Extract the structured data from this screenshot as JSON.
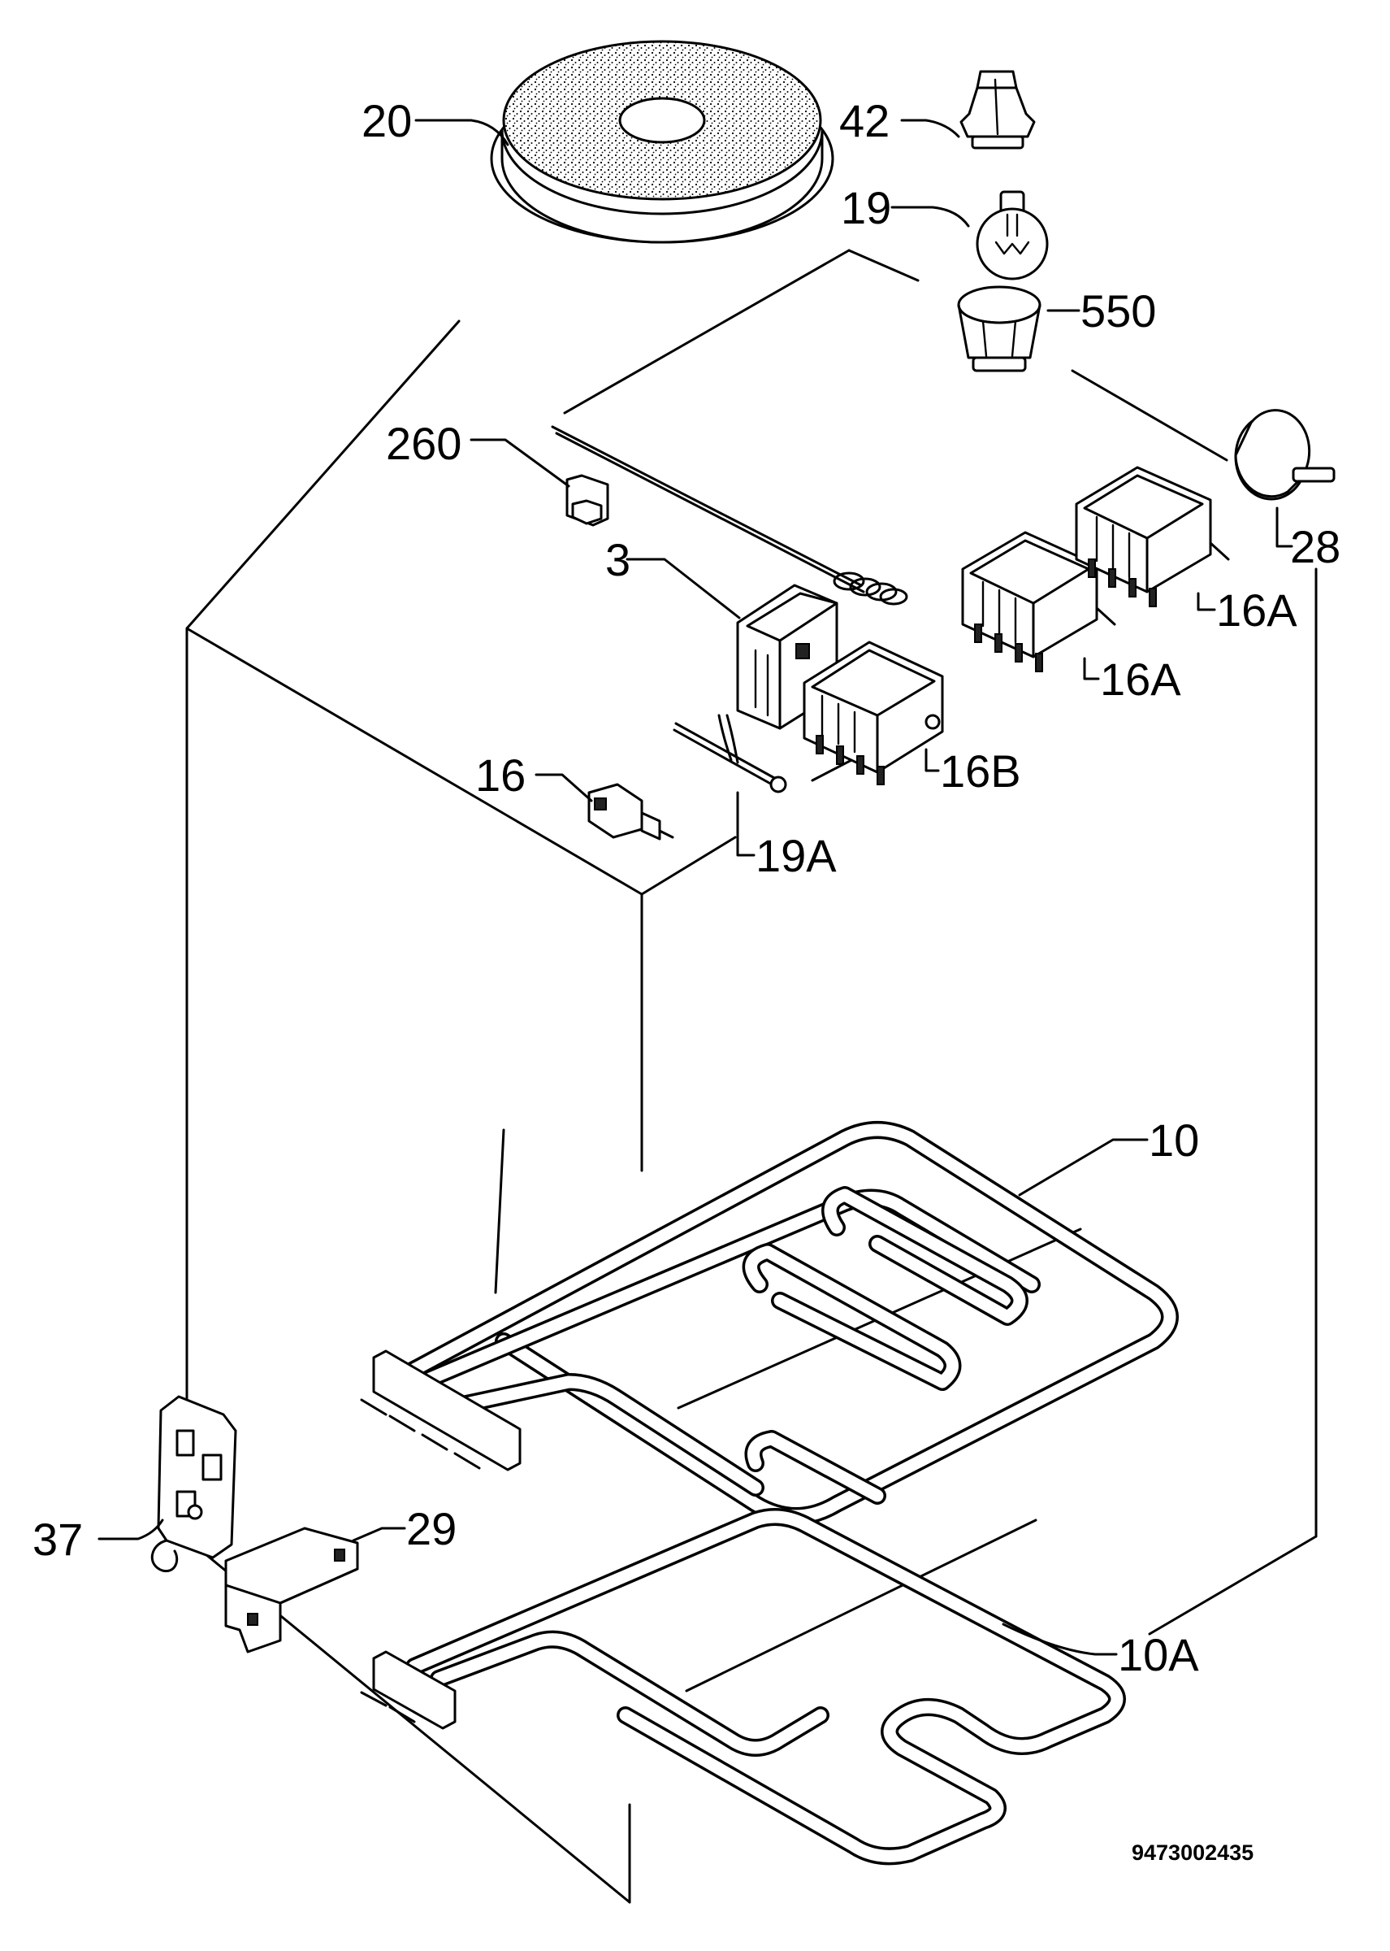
{
  "callouts": {
    "c20": "20",
    "c42": "42",
    "c19": "19",
    "c550": "550",
    "c260": "260",
    "c28": "28",
    "c3": "3",
    "c16a_upper": "16A",
    "c16a_lower": "16A",
    "c16": "16",
    "c16b": "16B",
    "c19a": "19A",
    "c10": "10",
    "c37": "37",
    "c29": "29",
    "c10a": "10A"
  },
  "drawing_code": "9473002435"
}
